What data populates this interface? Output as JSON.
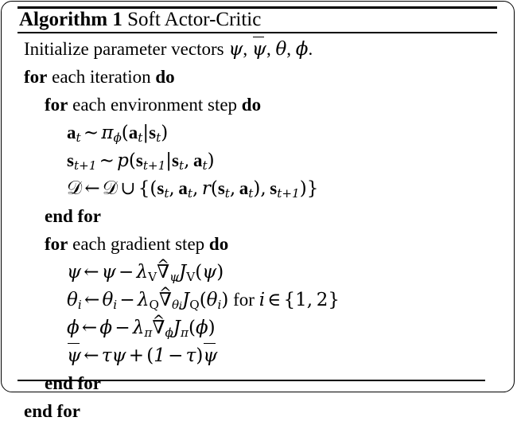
{
  "document": {
    "kind": "algorithm-float",
    "title": {
      "label": "Algorithm 1",
      "name": "Soft Actor-Critic",
      "full": "Algorithm 1 Soft Actor-Critic"
    },
    "colors": {
      "text": "#000000",
      "background": "#ffffff",
      "rule": "#000000"
    },
    "rules": {
      "top": "thick",
      "middle": "thin",
      "bottom": "thin"
    }
  },
  "algorithm": {
    "keywords": [
      "for",
      "do",
      "end for"
    ],
    "lines": [
      {
        "id": "line-1",
        "indent": 1,
        "kind": "statement",
        "text": "Initialize parameter vectors ψ, ψ̄, θ, ϕ.",
        "plain": "Initialize parameter vectors psi, psi-bar, theta, phi."
      },
      {
        "id": "line-2",
        "indent": 1,
        "kind": "loop-open",
        "text": "for each iteration do",
        "plain": "for each iteration do"
      },
      {
        "id": "line-3",
        "indent": 2,
        "kind": "loop-open",
        "text": "for each environment step do",
        "plain": "for each environment step do"
      },
      {
        "id": "line-4",
        "indent": 3,
        "kind": "math",
        "text": "a_t ~ π_ϕ(a_t|s_t)",
        "plain": "a_t ~ pi_phi(a_t | s_t)"
      },
      {
        "id": "line-5",
        "indent": 3,
        "kind": "math",
        "text": "s_{t+1} ~ p(s_{t+1}|s_t, a_t)",
        "plain": "s_{t+1} ~ p(s_{t+1} | s_t, a_t)"
      },
      {
        "id": "line-6",
        "indent": 3,
        "kind": "math",
        "text": "D ← D ∪ {(s_t, a_t, r(s_t, a_t), s_{t+1})}",
        "plain": "D <- D union {(s_t, a_t, r(s_t,a_t), s_{t+1})}"
      },
      {
        "id": "line-7",
        "indent": 2,
        "kind": "loop-close",
        "text": "end for",
        "plain": "end for"
      },
      {
        "id": "line-8",
        "indent": 2,
        "kind": "loop-open",
        "text": "for each gradient step do",
        "plain": "for each gradient step do"
      },
      {
        "id": "line-9",
        "indent": 3,
        "kind": "math",
        "text": "ψ ← ψ − λ_V ∇̂_ψ J_V(ψ)",
        "plain": "psi <- psi - lambda_V grad-hat_psi J_V(psi)"
      },
      {
        "id": "line-10",
        "indent": 3,
        "kind": "math",
        "text": "θ_i ← θ_i − λ_Q ∇̂_{θ_i} J_Q(θ_i) for i ∈ {1, 2}",
        "plain": "theta_i <- theta_i - lambda_Q grad-hat_{theta_i} J_Q(theta_i) for i in {1,2}"
      },
      {
        "id": "line-11",
        "indent": 3,
        "kind": "math",
        "text": "ϕ ← ϕ − λ_π ∇̂_ϕ J_π(ϕ)",
        "plain": "phi <- phi - lambda_pi grad-hat_phi J_pi(phi)"
      },
      {
        "id": "line-12",
        "indent": 3,
        "kind": "math",
        "text": "ψ̄ ← τψ + (1 − τ)ψ̄",
        "plain": "psi-bar <- tau psi + (1 - tau) psi-bar"
      },
      {
        "id": "line-13",
        "indent": 2,
        "kind": "loop-close",
        "text": "end for",
        "plain": "end for"
      },
      {
        "id": "line-14",
        "indent": 1,
        "kind": "loop-close",
        "text": "end for",
        "plain": "end for"
      }
    ]
  },
  "tokens": {
    "for": "for",
    "do": "do",
    "end_for": "end for",
    "initialize_text": "Initialize parameter vectors",
    "each_iteration": "each iteration",
    "each_environment_step": "each environment step",
    "each_gradient_step": "each gradient step",
    "for_i_in": "for",
    "period": ".",
    "comma": ",",
    "sim": "∼",
    "gets": "←",
    "minus": "−",
    "plus": "+",
    "cup": "∪",
    "in": "∈",
    "mid": "|",
    "nabla": "∇",
    "hat": "ˆ",
    "psi": "ψ",
    "theta": "θ",
    "phi": "ϕ",
    "pi": "π",
    "tau": "τ",
    "lambda": "λ",
    "cal_D": "𝒟",
    "one": "1",
    "two": "2",
    "i": "i",
    "t": "t",
    "t_plus_1": "t+1",
    "V": "V",
    "Q": "Q",
    "J": "J",
    "p": "p",
    "r": "r",
    "a": "a",
    "s": "s",
    "lparen": "(",
    "rparen": ")",
    "lbrace": "{",
    "rbrace": "}"
  }
}
